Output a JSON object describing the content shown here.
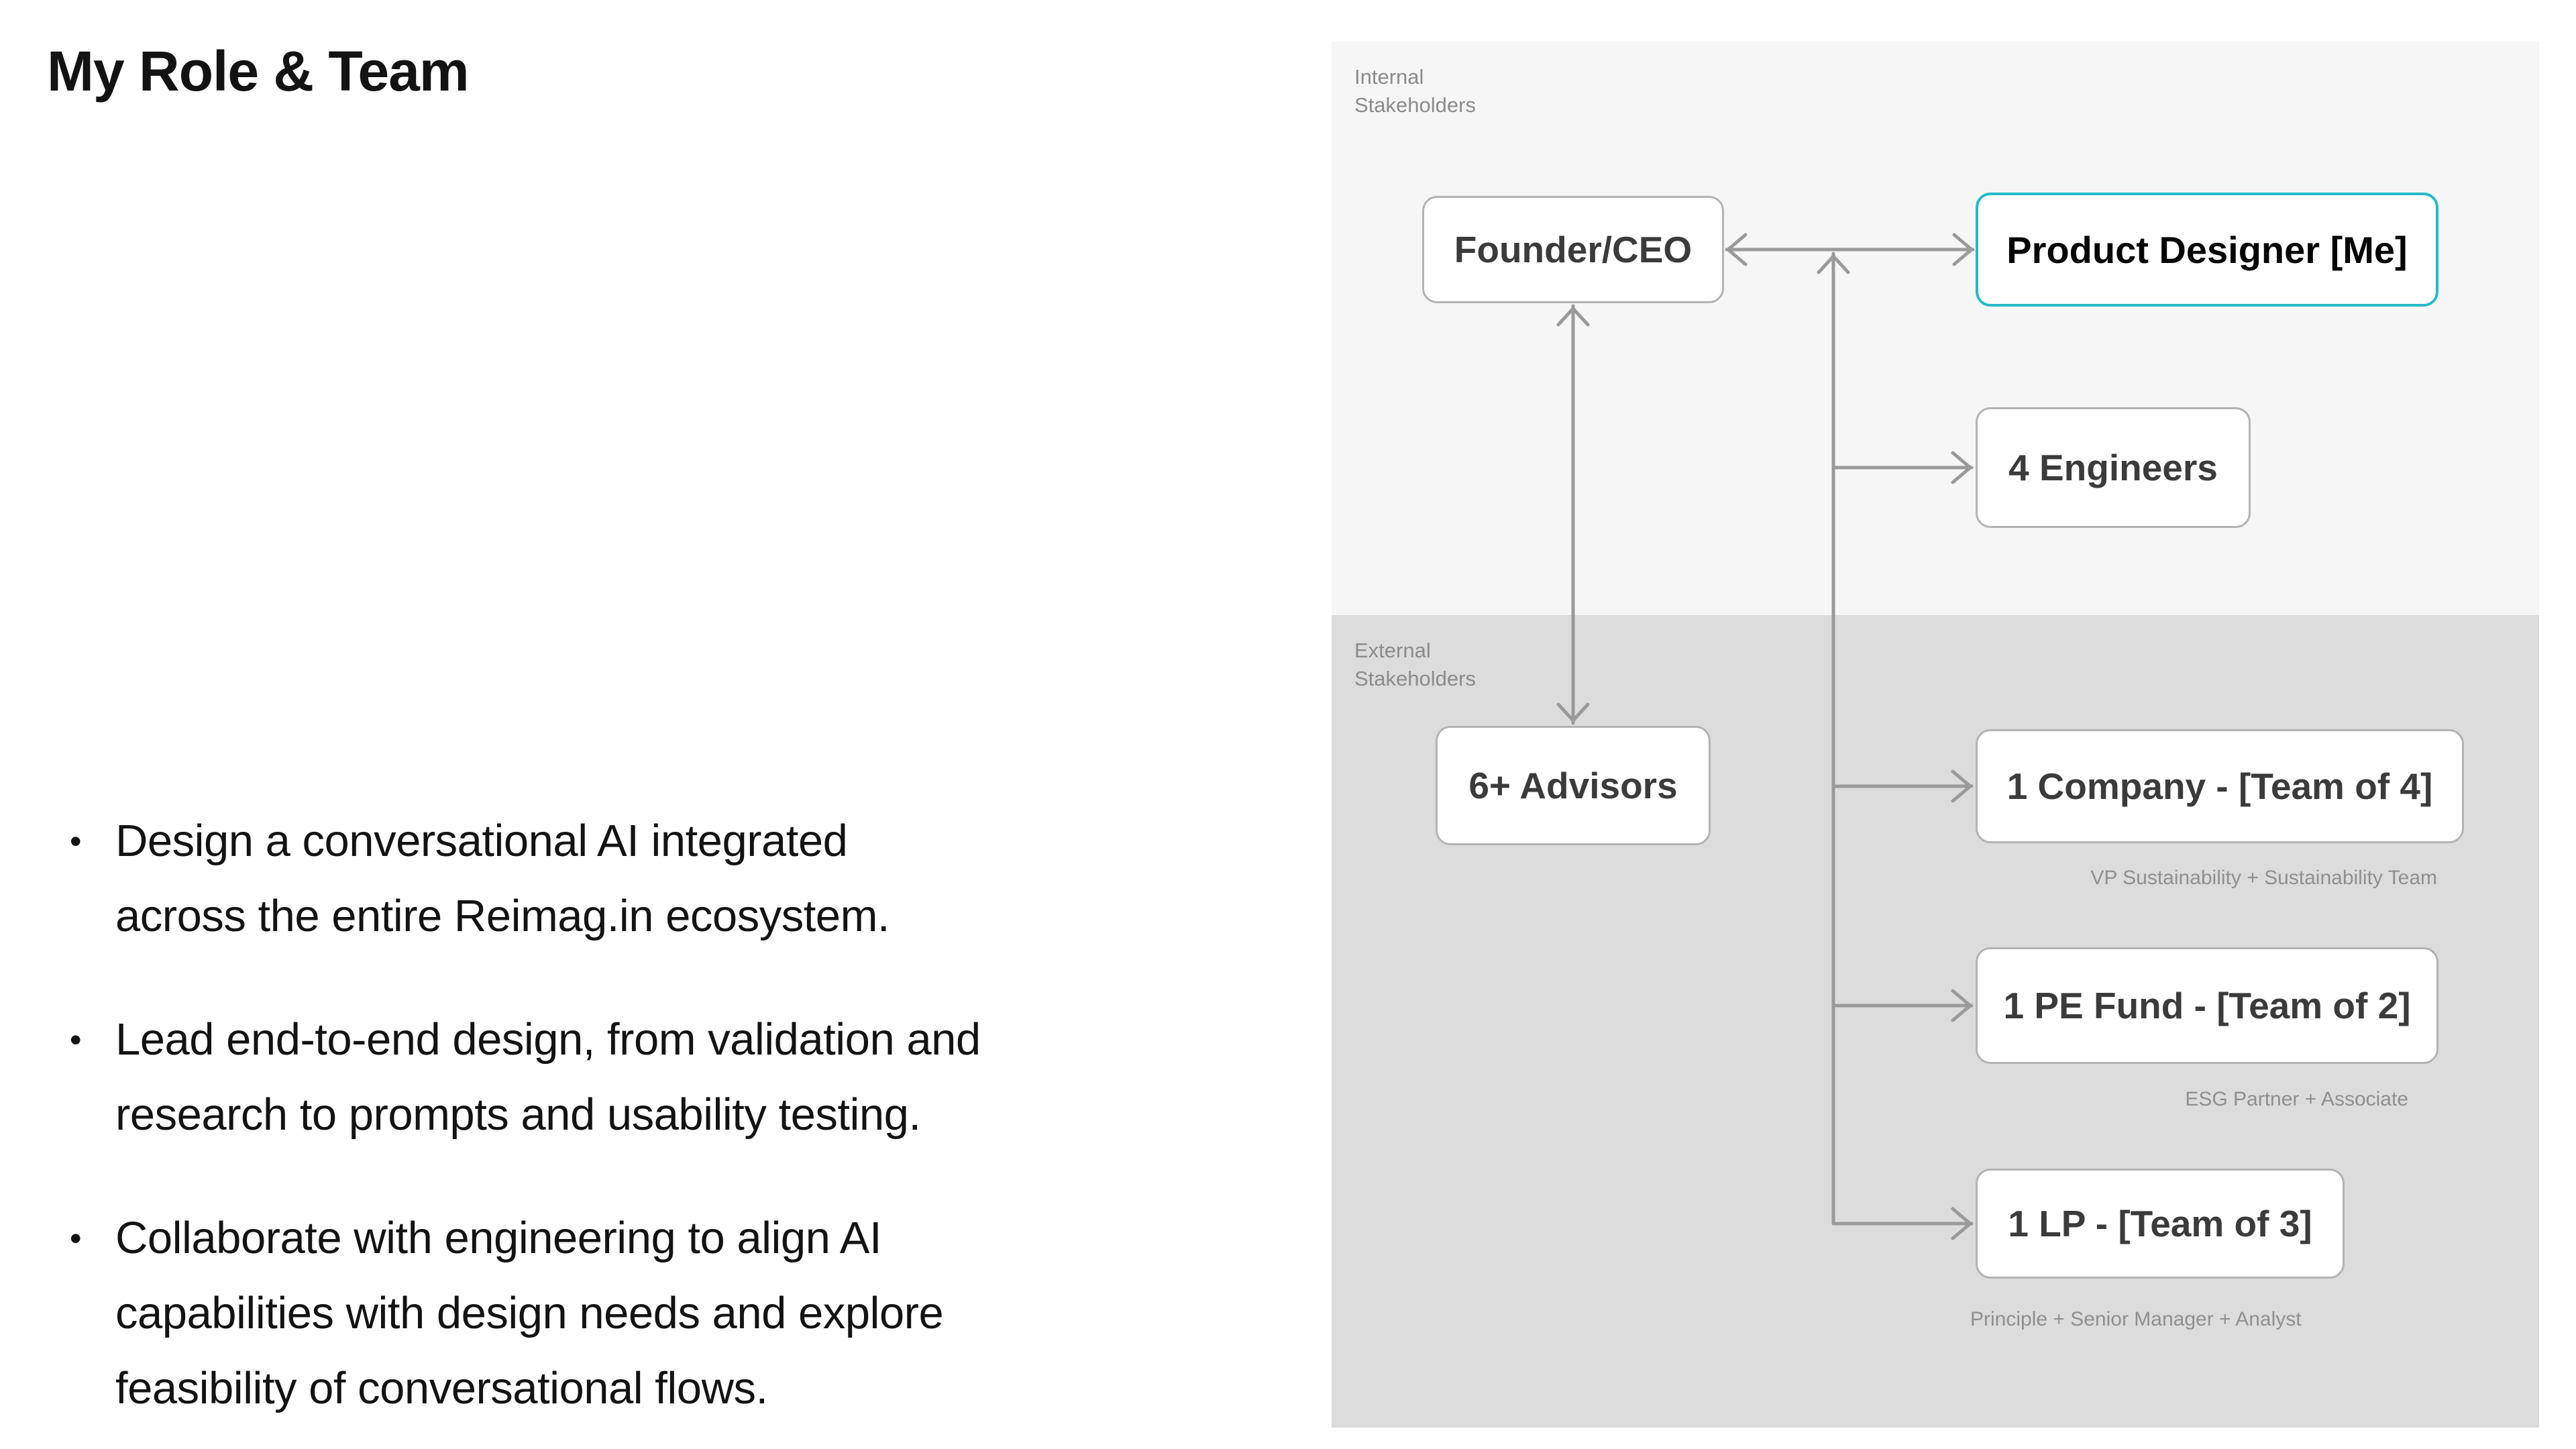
{
  "title": "My Role & Team",
  "bullet_char": "•",
  "bullets": [
    "Design a conversational AI integrated\nacross the entire Reimag.in ecosystem.",
    "Lead end-to-end design, from validation and\nresearch to prompts and usability testing.",
    "Collaborate with engineering to align AI\ncapabilities with design needs and explore\nfeasibility of conversational flows."
  ],
  "diagram": {
    "internal_label": "Internal\nStakeholders",
    "external_label": "External\nStakeholders",
    "nodes": {
      "founder": {
        "label": "Founder/CEO"
      },
      "product_designer": {
        "label": "Product Designer [Me]"
      },
      "engineers": {
        "label": "4 Engineers"
      },
      "advisors": {
        "label": "6+ Advisors"
      },
      "company": {
        "label": "1 Company - [Team of 4]",
        "caption": "VP Sustainability + Sustainability Team"
      },
      "pe_fund": {
        "label": "1 PE Fund - [Team of 2]",
        "caption": "ESG Partner + Associate"
      },
      "lp": {
        "label": "1 LP - [Team of 3]",
        "caption": "Principle + Senior Manager + Analyst"
      }
    },
    "colors": {
      "accent_teal": "#25bac8",
      "connector_gray": "#9a9a9a",
      "internal_bg": "#f6f6f6",
      "external_bg": "#dcdcdc",
      "box_border_gray": "#b3b3b3"
    }
  }
}
